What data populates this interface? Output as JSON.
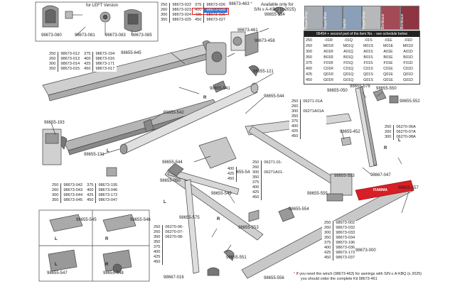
{
  "header": {
    "version_label": "for LEFT Version",
    "availability_note_1": "Available only for",
    "availability_note_2": "S/N ≤ A-KBQ (≤ 2025)",
    "star": "*"
  },
  "colors": {
    "highlight": "#2f7fd7",
    "accent_red": "#e41b1b",
    "brand_red": "#d61f26",
    "line": "#444444"
  },
  "swatches": [
    {
      "name": "Royal Grey",
      "color": "#a9aeb5"
    },
    {
      "name": "Royal Blue",
      "color": "#8e9fb6"
    },
    {
      "name": "Saphir",
      "color": "#8aa0b8"
    },
    {
      "name": "Royal Grey",
      "color": "#b7b8ba"
    },
    {
      "name": "Bordeaux",
      "color": "#a34a57"
    },
    {
      "name": "Bordeaux",
      "color": "#8f3442"
    }
  ],
  "color_table": {
    "heading": "06454 + second part of the item No. - see schedule below",
    "columns": [
      "-01R",
      "-01Q",
      "-01S",
      "-01E",
      "-01D"
    ],
    "rows": [
      {
        "size": "250",
        "cells": [
          "-01R",
          "-01Q",
          "-01S",
          "-01E",
          "-01D"
        ]
      },
      {
        "size": "260",
        "cells": [
          "M01R",
          "M01Q",
          "M01S",
          "M01E",
          "M01D"
        ]
      },
      {
        "size": "300",
        "cells": [
          "A01R",
          "A01Q",
          "A01S",
          "A01E",
          "A01D"
        ]
      },
      {
        "size": "350",
        "cells": [
          "B01R",
          "B01Q",
          "B01S",
          "B01E",
          "B01D"
        ]
      },
      {
        "size": "375",
        "cells": [
          "F01R",
          "F01Q",
          "F01S",
          "F01E",
          "F01D"
        ]
      },
      {
        "size": "400",
        "cells": [
          "C01R",
          "C01Q",
          "C01S",
          "C01E",
          "C01D"
        ]
      },
      {
        "size": "425",
        "cells": [
          "Q01R",
          "Q01Q",
          "Q01S",
          "Q01E",
          "Q01D"
        ]
      },
      {
        "size": "450",
        "cells": [
          "G01R",
          "G01Q",
          "G01S",
          "G01E",
          "G01D"
        ]
      }
    ]
  },
  "tables": {
    "top_center": [
      [
        "250",
        "98673-022"
      ],
      [
        "260",
        "98673-023"
      ],
      [
        "300",
        "98673-024"
      ],
      [
        "350",
        "98673-025"
      ]
    ],
    "top_highlight": [
      [
        "375",
        "98673-026"
      ],
      [
        "400",
        "98673-028"
      ],
      [
        "425",
        "98673-026"
      ],
      [
        "450",
        "98673-027"
      ]
    ],
    "left_top": [
      [
        "250",
        "98673-012",
        "375",
        "98673-194"
      ],
      [
        "260",
        "98673-013",
        "400",
        "98673-016"
      ],
      [
        "300",
        "98673-014",
        "425",
        "98673-171"
      ],
      [
        "350",
        "98673-015",
        "450",
        "98673-017"
      ]
    ],
    "left_bottom": [
      [
        "250",
        "98673-042",
        "375",
        "98673-195"
      ],
      [
        "260",
        "98673-043",
        "400",
        "98673-046"
      ],
      [
        "300",
        "98673-044",
        "425",
        "98673-172"
      ],
      [
        "350",
        "98673-045",
        "450",
        "98673-047"
      ]
    ],
    "arm_front": [
      [
        "250",
        "06270-06A"
      ],
      [
        "260",
        "06270-07A"
      ],
      [
        "300",
        "06270-08A"
      ]
    ],
    "arm_mid": [
      [
        "250",
        "06271-01A"
      ],
      [
        "260",
        ""
      ],
      [
        "300",
        "06271A01A"
      ],
      [
        "350",
        ""
      ],
      [
        "375",
        ""
      ],
      [
        "400",
        ""
      ],
      [
        "425",
        ""
      ],
      [
        "450",
        ""
      ]
    ],
    "arm_low": [
      [
        "250",
        "06271-01-"
      ],
      [
        "260",
        ""
      ],
      [
        "300",
        "06271A01-"
      ],
      [
        "350",
        ""
      ],
      [
        "375",
        ""
      ],
      [
        "400",
        ""
      ],
      [
        "425",
        ""
      ],
      [
        "450",
        ""
      ]
    ],
    "bottom_left_arm": [
      [
        "250",
        "06270-06-"
      ],
      [
        "260",
        "06270-07-"
      ],
      [
        "300",
        "06270-08-"
      ],
      [
        "350",
        ""
      ],
      [
        "375",
        ""
      ],
      [
        "400",
        ""
      ],
      [
        "425",
        ""
      ],
      [
        "450",
        ""
      ]
    ],
    "small_sizes": [
      [
        "400"
      ],
      [
        "425"
      ],
      [
        "450"
      ]
    ],
    "bottom_right": [
      [
        "250",
        "98673-002"
      ],
      [
        "260",
        "98673-032"
      ],
      [
        "300",
        "98673-033"
      ],
      [
        "350",
        "98673-034"
      ],
      [
        "375",
        "98673-196"
      ],
      [
        "400",
        "98673-036"
      ],
      [
        "425",
        "98673-173"
      ],
      [
        "450",
        "98673-037"
      ]
    ]
  },
  "labels": {
    "p080": "98673-080",
    "p081": "98673-081",
    "p083": "98673-083",
    "p085": "98673-085",
    "p463": "98673-463",
    "p134": "98655-134",
    "p461": "98673-461",
    "p458": "98673-458",
    "p645": "98655-645",
    "p121": "98655-121",
    "p541": "98655-541",
    "p542": "98655-542",
    "p544a": "98655-544",
    "p193": "98655-193",
    "p131": "98655-131",
    "p544b": "98655-544",
    "p543": "98655-543",
    "p539": "98655-539",
    "p050a": "98655-050",
    "p576": "98655-576",
    "p550": "98655-550",
    "p552": "98655-552",
    "p452": "98655-452",
    "p553a": "98655-553",
    "p555": "98655-555",
    "p554": "98655-554",
    "p047": "98667-047",
    "p557": "98655-557",
    "p050b": "98655-050",
    "p549": "98655-549",
    "p575": "98655-575",
    "p545": "98655-545",
    "p546": "98655-546",
    "p547": "98655-547",
    "p548": "98655-548",
    "p553b": "98655-553",
    "p551": "98655-551",
    "p016": "98667-016",
    "p556": "98655-556",
    "p000": "98673-000",
    "letter_L1": "L",
    "letter_R1": "R",
    "letter_L2": "L",
    "letter_R2": "R",
    "letter_L3": "L",
    "letter_R3": "R",
    "letter_L4": "L",
    "letter_R4": "R",
    "letter_L5": "L",
    "letter_R5": "R",
    "letter_L6": "L",
    "letter_R6": "R",
    "brand": "FIAMMA"
  },
  "footnote": {
    "star": "*",
    "line1": "If you need the winch (98673-463) for awnings with S/N ≤ A-KBQ (≤ 2025)",
    "line2": "you should order the complete Kit 98673-461"
  }
}
